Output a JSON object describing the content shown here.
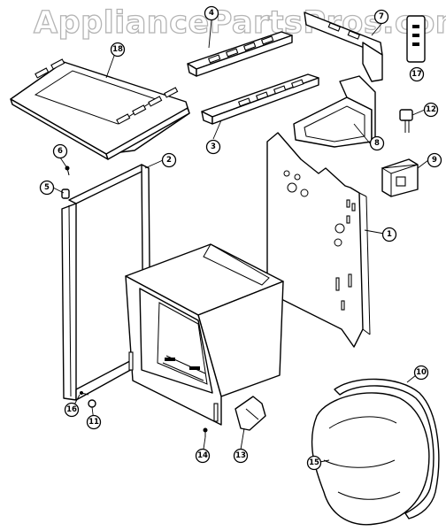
{
  "watermark": "AppliancePartsPros.com",
  "callouts": [
    "1",
    "2",
    "3",
    "4",
    "5",
    "6",
    "7",
    "8",
    "9",
    "10",
    "11",
    "12",
    "13",
    "14",
    "15",
    "16",
    "17",
    "18"
  ]
}
